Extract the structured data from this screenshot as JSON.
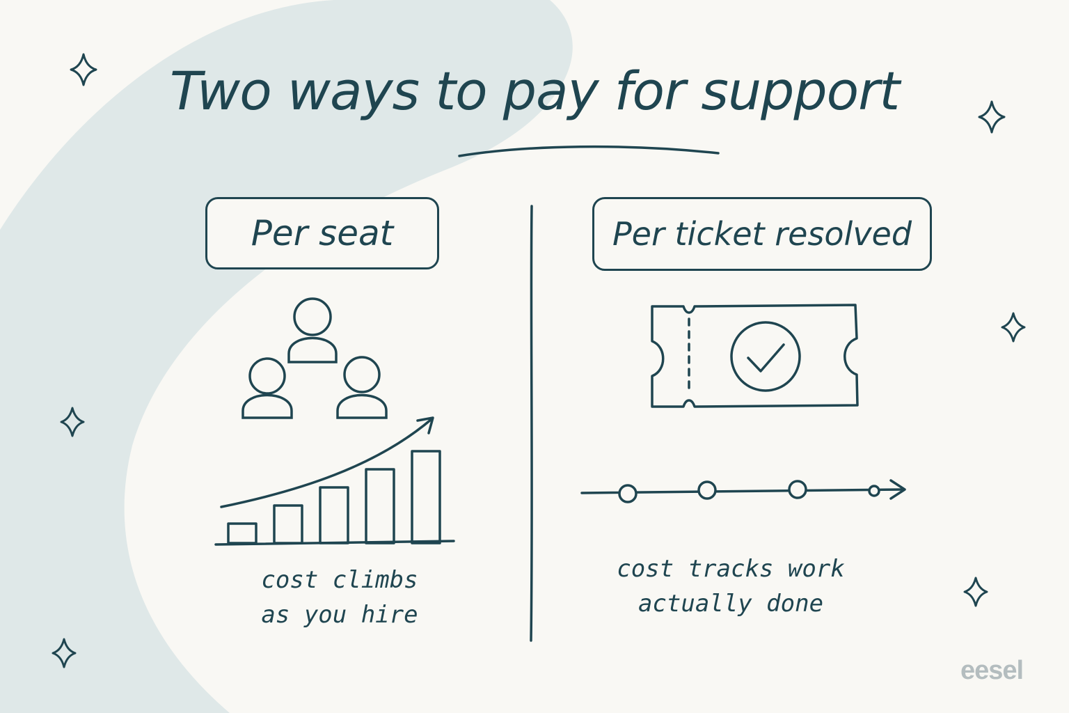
{
  "title": "Two ways to pay for support",
  "left": {
    "label": "Per seat",
    "caption_line1": "cost climbs",
    "caption_line2": "as you hire",
    "icon_people": "people-group-icon",
    "icon_chart": "rising-bar-chart-icon",
    "bar_levels": [
      1,
      2,
      3,
      4,
      5
    ]
  },
  "right": {
    "label": "Per ticket resolved",
    "caption_line1": "cost tracks work",
    "caption_line2": "actually done",
    "icon_ticket": "ticket-check-icon",
    "icon_timeline": "timeline-arrow-icon"
  },
  "brand": "eesel",
  "colors": {
    "ink": "#1f4550",
    "background": "#f9f8f4",
    "blob": "#dfe8e8",
    "brand": "#b4bdbf"
  }
}
